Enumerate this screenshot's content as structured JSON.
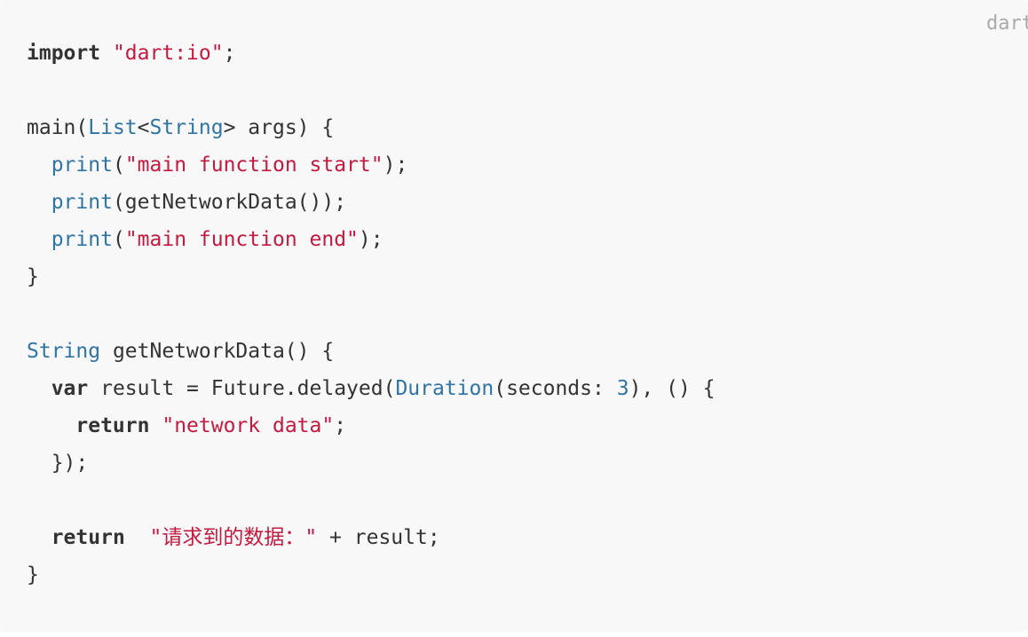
{
  "language_label": "dart",
  "lines": [
    [
      {
        "t": "kw",
        "v": "import"
      },
      {
        "t": "plain",
        "v": " "
      },
      {
        "t": "str",
        "v": "\"dart:io\""
      },
      {
        "t": "plain",
        "v": ";"
      }
    ],
    [],
    [
      {
        "t": "plain",
        "v": "main("
      },
      {
        "t": "type",
        "v": "List"
      },
      {
        "t": "plain",
        "v": "<"
      },
      {
        "t": "type",
        "v": "String"
      },
      {
        "t": "plain",
        "v": "> args) {"
      }
    ],
    [
      {
        "t": "plain",
        "v": "  "
      },
      {
        "t": "type",
        "v": "print"
      },
      {
        "t": "plain",
        "v": "("
      },
      {
        "t": "str",
        "v": "\"main function start\""
      },
      {
        "t": "plain",
        "v": ");"
      }
    ],
    [
      {
        "t": "plain",
        "v": "  "
      },
      {
        "t": "type",
        "v": "print"
      },
      {
        "t": "plain",
        "v": "(getNetworkData());"
      }
    ],
    [
      {
        "t": "plain",
        "v": "  "
      },
      {
        "t": "type",
        "v": "print"
      },
      {
        "t": "plain",
        "v": "("
      },
      {
        "t": "str",
        "v": "\"main function end\""
      },
      {
        "t": "plain",
        "v": ");"
      }
    ],
    [
      {
        "t": "plain",
        "v": "}"
      }
    ],
    [],
    [
      {
        "t": "type",
        "v": "String"
      },
      {
        "t": "plain",
        "v": " getNetworkData() {"
      }
    ],
    [
      {
        "t": "plain",
        "v": "  "
      },
      {
        "t": "kw",
        "v": "var"
      },
      {
        "t": "plain",
        "v": " result = Future.delayed("
      },
      {
        "t": "type",
        "v": "Duration"
      },
      {
        "t": "plain",
        "v": "(seconds: "
      },
      {
        "t": "num",
        "v": "3"
      },
      {
        "t": "plain",
        "v": "), () {"
      }
    ],
    [
      {
        "t": "plain",
        "v": "    "
      },
      {
        "t": "kw",
        "v": "return"
      },
      {
        "t": "plain",
        "v": " "
      },
      {
        "t": "str",
        "v": "\"network data\""
      },
      {
        "t": "plain",
        "v": ";"
      }
    ],
    [
      {
        "t": "plain",
        "v": "  });"
      }
    ],
    [],
    [
      {
        "t": "plain",
        "v": "  "
      },
      {
        "t": "kw",
        "v": "return"
      },
      {
        "t": "plain",
        "v": "  "
      },
      {
        "t": "str",
        "v": "\"请求到的数据：\""
      },
      {
        "t": "plain",
        "v": " + result;"
      }
    ],
    [
      {
        "t": "plain",
        "v": "}"
      }
    ]
  ]
}
